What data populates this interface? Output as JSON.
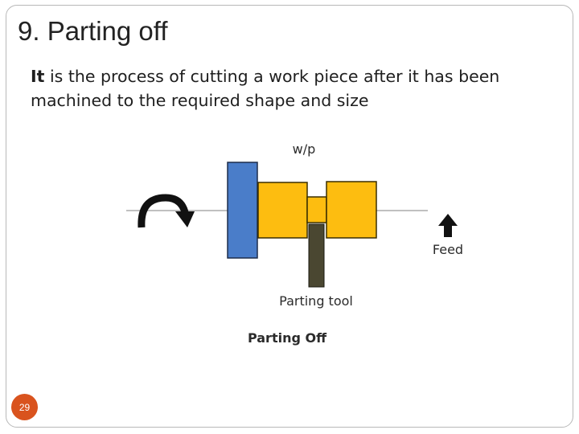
{
  "slide": {
    "title": "9. Parting off",
    "body_lead": "It",
    "body_text": " is the process of cutting a work piece after it has been machined to the required shape and size",
    "page_number": "29"
  },
  "diagram": {
    "workpiece_label": "w/p",
    "tool_label": "Parting tool",
    "feed_label": "Feed",
    "caption": "Parting Off",
    "colors": {
      "chuck": "#4a7dc9",
      "workpiece": "#fdbd10",
      "tool": "#4a4731",
      "axis": "#9a9a9a",
      "arrow": "#111111",
      "slide_number": "#d9531e"
    },
    "icons": [
      "rotation-arrow-icon",
      "feed-arrow-icon"
    ]
  }
}
